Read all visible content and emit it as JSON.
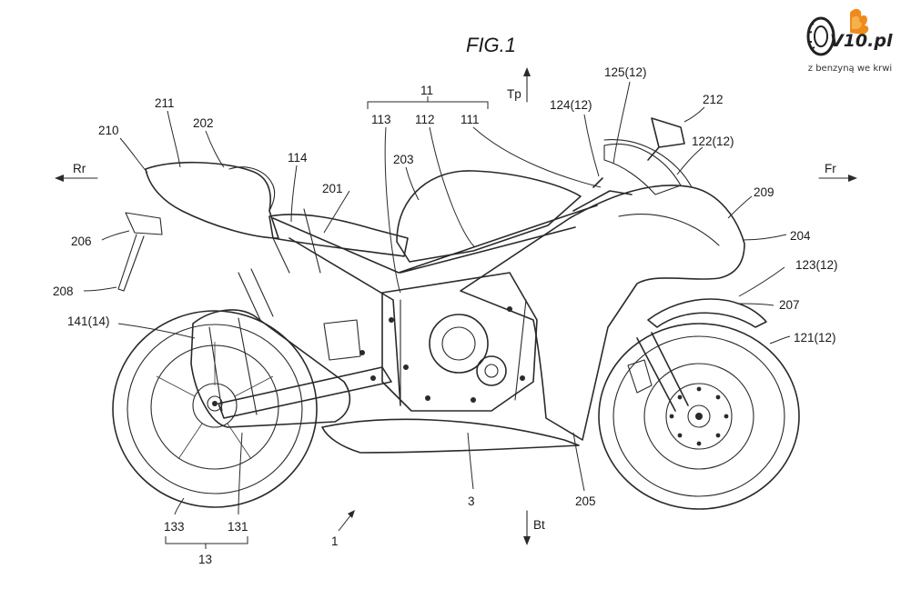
{
  "figure": {
    "title": "FIG.1"
  },
  "directions": {
    "top": "Tp",
    "bottom": "Bt",
    "rear": "Rr",
    "front": "Fr"
  },
  "labels": {
    "l11": "11",
    "l113": "113",
    "l112": "112",
    "l111": "111",
    "l211": "211",
    "l202": "202",
    "l210": "210",
    "l114": "114",
    "l203": "203",
    "l201": "201",
    "l206": "206",
    "l208": "208",
    "l141": "141(14)",
    "l124": "124(12)",
    "l125": "125(12)",
    "l212": "212",
    "l122": "122(12)",
    "l209": "209",
    "l204": "204",
    "l123": "123(12)",
    "l207": "207",
    "l121": "121(12)",
    "l3": "3",
    "l205": "205",
    "l1": "1",
    "l133": "133",
    "l131": "131",
    "l13": "13"
  },
  "watermark": {
    "brand": "V10.pl",
    "tagline": "z benzyną we krwi"
  },
  "colors": {
    "ink": "#1a1a1a",
    "flame": "#f08a1c",
    "background": "#ffffff"
  }
}
